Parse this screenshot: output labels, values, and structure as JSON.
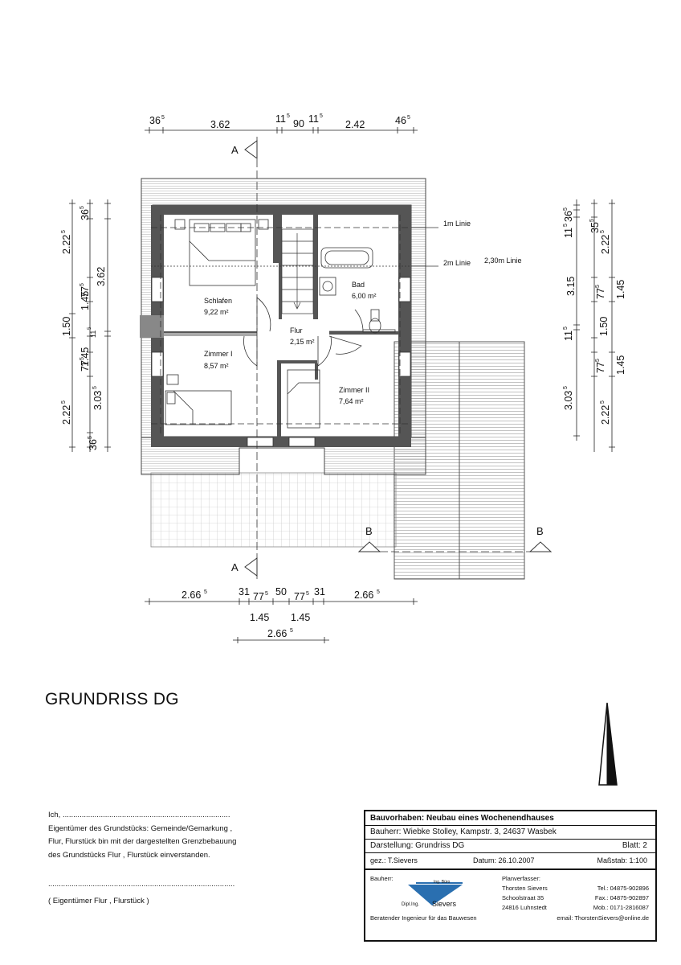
{
  "plan": {
    "rooms": [
      {
        "name": "Schlafen",
        "area": "9,22 m²"
      },
      {
        "name": "Bad",
        "area": "6,00 m²"
      },
      {
        "name": "Flur",
        "area": "2,15 m²"
      },
      {
        "name": "Zimmer I",
        "area": "8,57 m²"
      },
      {
        "name": "Zimmer II",
        "area": "7,64 m²"
      }
    ],
    "lines": {
      "l1": "1m Linie",
      "l2": "2m Linie",
      "l3": "2,30m Linie"
    },
    "section_a": "A",
    "section_b": "B",
    "dims_top": {
      "d1": "36",
      "d1s": "5",
      "d2": "3.62",
      "d3": "11",
      "d3s": "5",
      "d4": "90",
      "d5": "11",
      "d5s": "5",
      "d6": "2.42",
      "d7": "46",
      "d7s": "5"
    },
    "dims_left_outer": {
      "a": "2.22",
      "as": "5",
      "b": "1.50",
      "c": "2.22",
      "cs": "5"
    },
    "dims_left_mid": {
      "a": "36",
      "as": "5",
      "b": "77",
      "bs": "5",
      "c": "11",
      "cs": "5",
      "d": "77",
      "ds": "5",
      "e": "36",
      "es": "5"
    },
    "dims_left_inner": {
      "a": "1.45",
      "b": "3.62",
      "c": "1.45",
      "d": "3.03",
      "ds": "5"
    },
    "dims_right_inner": {
      "a": "11",
      "as": "5",
      "a2": "36",
      "a2s": "5",
      "b": "3.15",
      "c": "11",
      "cs": "5",
      "d": "3.03",
      "ds": "5"
    },
    "dims_right_mid": {
      "a": "35",
      "as": "5",
      "b": "77",
      "bs": "5",
      "c": "1.50",
      "d": "77",
      "ds": "5"
    },
    "dims_right_outer": {
      "a": "2.22",
      "as": "5",
      "b": "1.45",
      "c": "1.45",
      "d": "2.22",
      "ds": "5"
    },
    "dims_bottom": {
      "a": "2.66",
      "as": "5",
      "b": "31",
      "c": "77",
      "cs": "5",
      "d": "50",
      "e": "77",
      "es": "5",
      "f": "31",
      "g": "2.66",
      "gs": "5",
      "h": "1.45",
      "i": "1.45",
      "j": "2.66",
      "js": "5"
    }
  },
  "heading": "GRUNDRISS DG",
  "consent": {
    "line1": "Ich, ...............................................................................",
    "line2": "Eigentümer des Grundstücks: Gemeinde/Gemarkung ,",
    "line3": "Flur, Flurstück bin mit der dargestellten Grenzbebauung",
    "line4": "des Grundstücks Flur , Flurstück  einverstanden.",
    "sig_line": "........................................................................................",
    "sig_label": "( Eigentümer Flur , Flurstück )"
  },
  "titleblock": {
    "project": "Bauvorhaben:  Neubau eines Wochenendhauses",
    "client": "Bauherr: Wiebke Stolley, Kampstr. 3, 24637 Wasbek",
    "drawing_label": "Darstellung:  Grundriss DG",
    "sheet": "Blatt:  2",
    "drawn_by": "gez.:   T.Sievers",
    "date": "Datum: 26.10.2007",
    "scale": "Maßstab:  1:100",
    "client_label": "Bauherr:",
    "planner_label": "Planverfasser:",
    "planner_name": "Thorsten Sievers",
    "planner_street": "Schoolstraat 35",
    "planner_city": "24816 Luhnstedt",
    "tel": "Tel.: 04875-902896",
    "fax": "Fax.: 04875-902897",
    "mob": "Mob.: 0171-2816087",
    "email": "email: ThorstenSievers@online.de",
    "footer": "Beratender Ingenieur für das Bauwesen",
    "logo_small": "Ing. Büro",
    "logo_left": "Dipl.Ing.",
    "logo_name": "Sievers",
    "logo_color": "#2a6fb0"
  }
}
